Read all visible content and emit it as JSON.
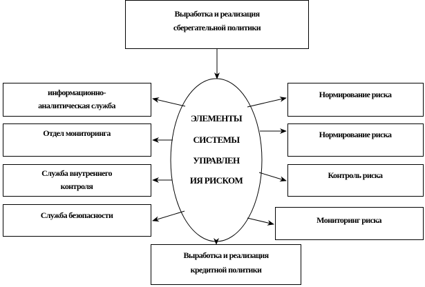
{
  "top_box": {
    "line1": "Выработка и реализация",
    "line2": "сберегательной политики"
  },
  "center": {
    "line1": "ЭЛЕМЕНТЫ",
    "line2": "СИСТЕМЫ",
    "line3": "УПРАВЛЕН",
    "line4": "ИЯ РИСКОМ"
  },
  "left_boxes": [
    {
      "line1": "информационно-",
      "line2": "аналитическая служба"
    },
    {
      "line1": "Отдел мониторинга"
    },
    {
      "line1": "Служба внутреннего",
      "line2": "контроля"
    },
    {
      "line1": "Служба безопасности"
    }
  ],
  "right_boxes": [
    {
      "line1": "Нормирование риска"
    },
    {
      "line1": "Нормирование риска"
    },
    {
      "line1": "Контроль риска"
    },
    {
      "line1": "Мониторинг риска"
    }
  ],
  "bottom_box": {
    "line1": "Выработка и реализация",
    "line2": "кредитной политики"
  }
}
